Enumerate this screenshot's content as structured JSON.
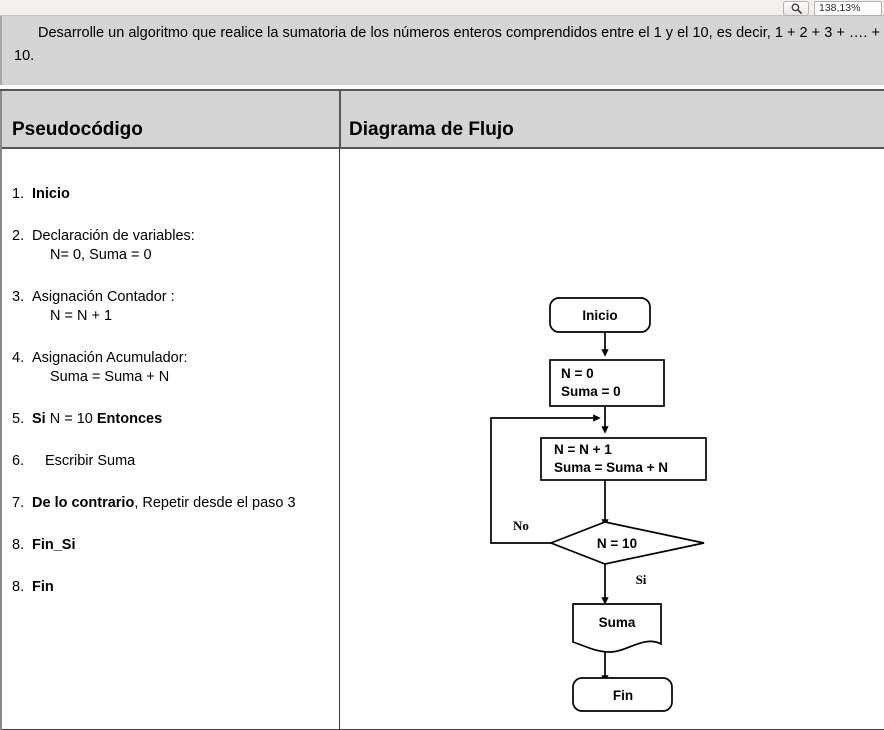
{
  "viewer": {
    "search_icon": "search-icon",
    "zoom_value": "138,13%"
  },
  "document": {
    "intro": "Desarrolle un algoritmo que realice la sumatoria de los números enteros comprendidos entre el 1 y el 10, es decir, 1 + 2 + 3 + …. + 10.",
    "table": {
      "headers": [
        "Pseudocódigo",
        "Diagrama de Flujo"
      ],
      "pseudocode_steps": [
        {
          "num": "1.",
          "main_bold": "Inicio",
          "main": "",
          "sub": ""
        },
        {
          "num": "2.",
          "main_bold": "",
          "main": "Declaración de variables:",
          "sub": "N= 0, Suma = 0"
        },
        {
          "num": "3.",
          "main_bold": "",
          "main": "Asignación Contador :",
          "sub": "N = N + 1"
        },
        {
          "num": "4.",
          "main_bold": "",
          "main": "Asignación Acumulador:",
          "sub": "Suma = Suma + N"
        },
        {
          "num": "5.",
          "main_bold": "Si",
          "main": " N = 10 ",
          "main_bold2": "Entonces",
          "sub": ""
        },
        {
          "num": "6.",
          "main_bold": "",
          "main": "Escribir Suma",
          "sub": ""
        },
        {
          "num": "7.",
          "main_bold": "De lo contrario",
          "main": ", Repetir desde el paso 3",
          "sub": ""
        },
        {
          "num": "8.",
          "main_bold": "Fin_Si",
          "main": "",
          "sub": ""
        },
        {
          "num": "8.",
          "main_bold": "Fin",
          "main": "",
          "sub": ""
        }
      ]
    }
  },
  "flowchart": {
    "nodes": [
      {
        "id": "start",
        "shape": "terminator",
        "label": "Inicio"
      },
      {
        "id": "init",
        "shape": "process",
        "label_line1": "N = 0",
        "label_line2": "Suma = 0"
      },
      {
        "id": "accum",
        "shape": "process",
        "label_line1": "N = N + 1",
        "label_line2": "Suma = Suma + N"
      },
      {
        "id": "decision",
        "shape": "decision",
        "label": "N = 10"
      },
      {
        "id": "output",
        "shape": "document",
        "label": "Suma"
      },
      {
        "id": "end",
        "shape": "terminator",
        "label": "Fin"
      }
    ],
    "branch_labels": {
      "no": "No",
      "si": "Si"
    }
  }
}
